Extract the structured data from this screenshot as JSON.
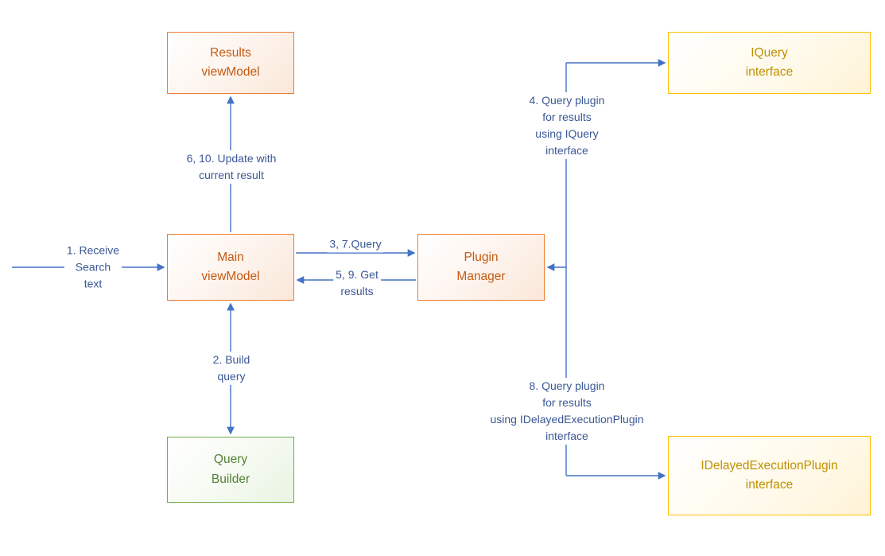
{
  "colors": {
    "arrow": "#4472C4",
    "edge_label_text": "#3A5795",
    "orange_border": "#ED7D31",
    "orange_text": "#C55A11",
    "yellow_border": "#FFC000",
    "yellow_text": "#BF9000",
    "green_border": "#70AD47",
    "green_text": "#538135"
  },
  "nodes": {
    "results_viewmodel": {
      "label": "Results\nviewModel"
    },
    "iquery_interface": {
      "label": "IQuery\ninterface"
    },
    "main_viewmodel": {
      "label": "Main\nviewModel"
    },
    "plugin_manager": {
      "label": "Plugin\nManager"
    },
    "query_builder": {
      "label": "Query\nBuilder"
    },
    "idelayedexecutionplugin_interface": {
      "label": "IDelayedExecutionPlugin\ninterface"
    }
  },
  "edges": {
    "receive_search_text": {
      "label": "1. Receive\nSearch\ntext"
    },
    "update_with_current_result": {
      "label": "6, 10. Update with\ncurrent result"
    },
    "query": {
      "label": "3, 7.Query"
    },
    "get_results": {
      "label": "5, 9. Get\nresults"
    },
    "build_query": {
      "label": "2. Build\nquery"
    },
    "query_plugin_iquery": {
      "label": "4. Query plugin\nfor results\nusing IQuery\ninterface"
    },
    "query_plugin_idelayed": {
      "label": "8. Query plugin\nfor results\nusing IDelayedExecutionPlugin\ninterface"
    }
  }
}
